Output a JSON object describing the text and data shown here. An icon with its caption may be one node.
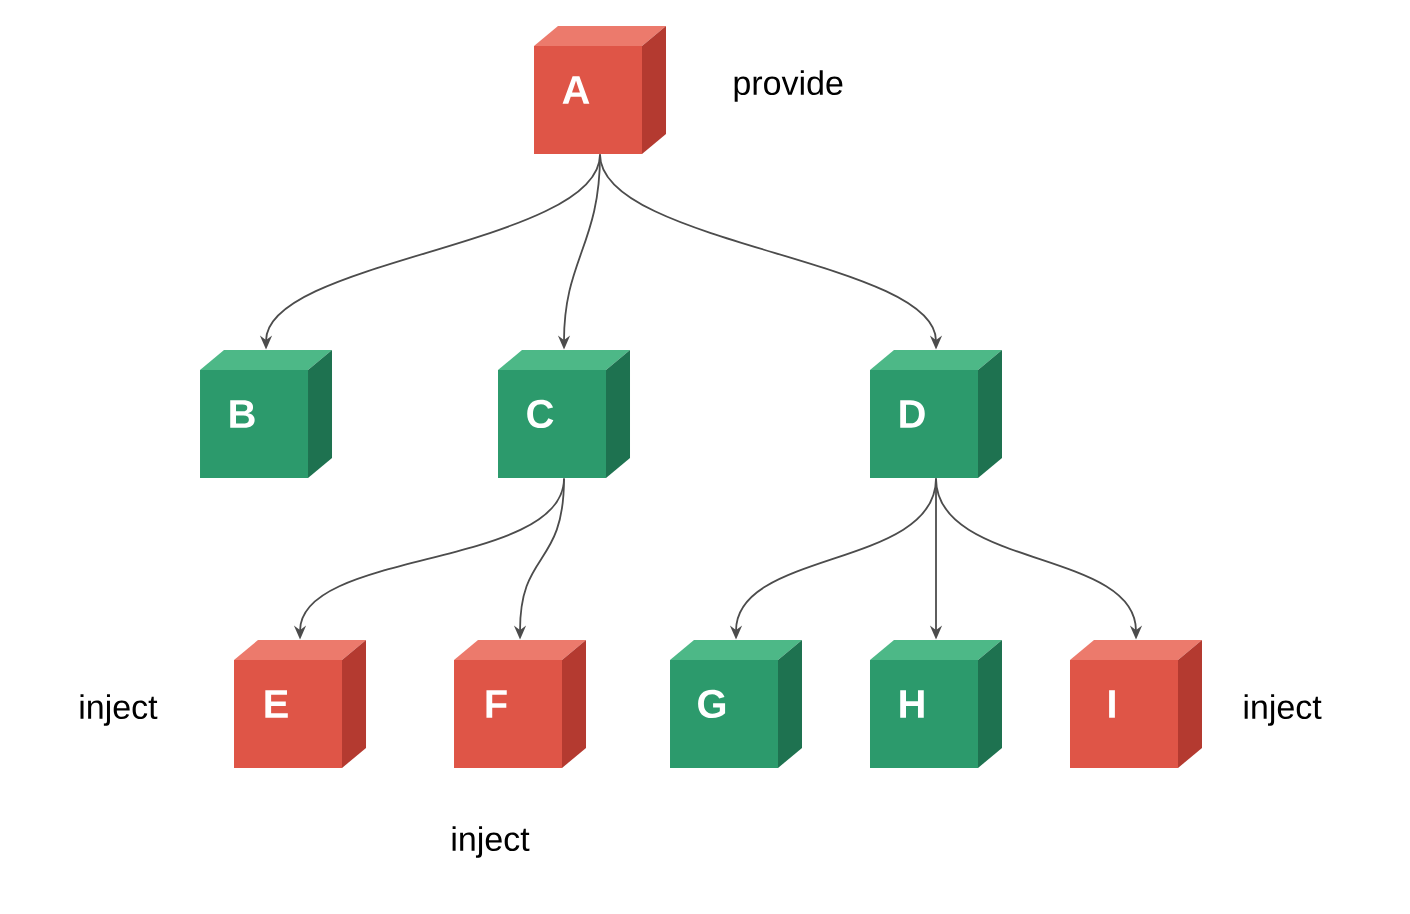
{
  "diagram": {
    "nodes": [
      {
        "text": [
          "A"
        ],
        "beside": [
          "provide"
        ]
      },
      {
        "text": [
          "B"
        ]
      },
      {
        "text": [
          "C"
        ]
      },
      {
        "text": [
          "D"
        ]
      },
      {
        "text": [
          "E"
        ],
        "beside": [
          "inject"
        ]
      },
      {
        "text": [
          "F"
        ],
        "beside": [
          "inject"
        ]
      },
      {
        "text": [
          "G"
        ]
      },
      {
        "text": [
          "H"
        ]
      },
      {
        "text": [
          "I"
        ],
        "beside": [
          "inject"
        ]
      }
    ],
    "edges": [
      {
        "from": 0,
        "to": 1,
        "arrow": "to"
      },
      {
        "from": 0,
        "to": 2,
        "arrow": "to"
      },
      {
        "from": 0,
        "to": 3,
        "arrow": "to"
      },
      {
        "from": 2,
        "to": 4,
        "arrow": "to"
      },
      {
        "from": 2,
        "to": 5,
        "arrow": "to"
      },
      {
        "from": 3,
        "to": 6,
        "arrow": "to"
      },
      {
        "from": 3,
        "to": 7,
        "arrow": "to"
      },
      {
        "from": 3,
        "to": 8,
        "arrow": "to"
      }
    ]
  }
}
